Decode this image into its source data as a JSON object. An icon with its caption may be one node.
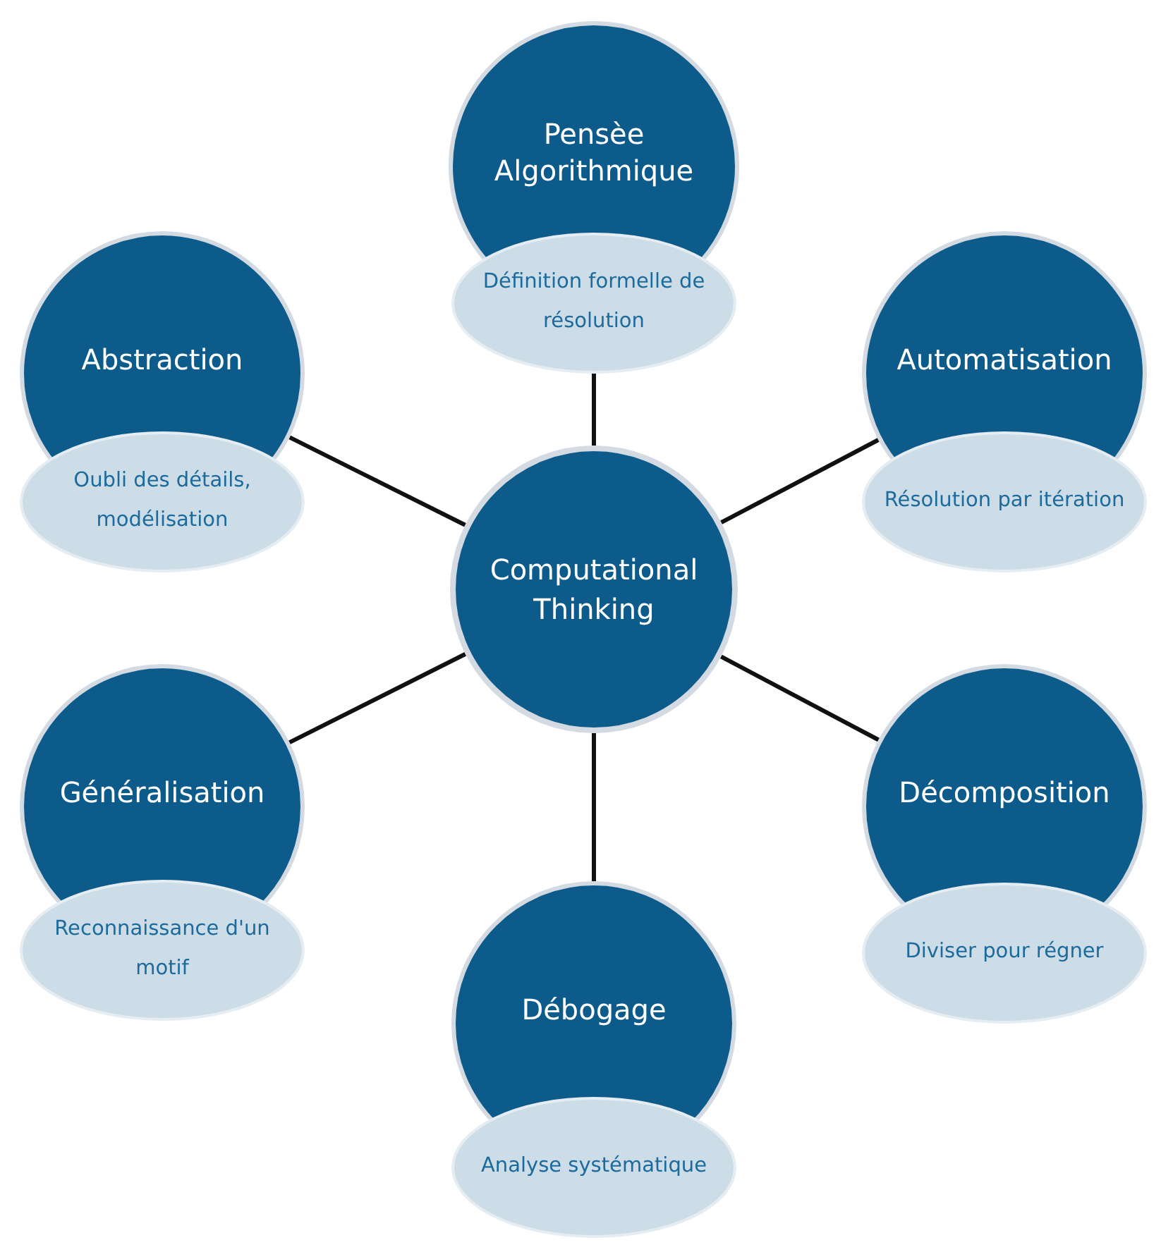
{
  "diagram": {
    "nodes": [
      {
        "text": [
          "Pensèe Algorithmique",
          "Définition formelle de résolution"
        ]
      },
      {
        "text": [
          "Abstraction",
          "Oubli des détails, modélisation"
        ]
      },
      {
        "text": [
          "Automatisation",
          "Résolution par itération"
        ]
      },
      {
        "text": [
          "Computational Thinking"
        ]
      },
      {
        "text": [
          "Généralisation",
          "Reconnaissance d'un motif"
        ]
      },
      {
        "text": [
          "Décomposition",
          "Diviser pour régner"
        ]
      },
      {
        "text": [
          "Débogage",
          "Analyse systématique"
        ]
      }
    ],
    "edges": [
      {
        "from": 3,
        "to": 0,
        "arrow": "none"
      },
      {
        "from": 3,
        "to": 1,
        "arrow": "none"
      },
      {
        "from": 3,
        "to": 2,
        "arrow": "none"
      },
      {
        "from": 3,
        "to": 4,
        "arrow": "none"
      },
      {
        "from": 3,
        "to": 5,
        "arrow": "none"
      },
      {
        "from": 3,
        "to": 6,
        "arrow": "none"
      }
    ]
  }
}
